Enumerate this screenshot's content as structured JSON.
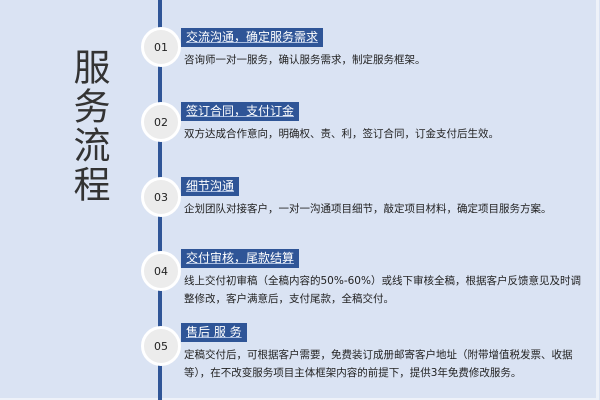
{
  "title": "服务流程",
  "steps": [
    {
      "num": "01",
      "heading": "交流沟通，确定服务需求",
      "desc": "咨询师一对一服务，确认服务需求，制定服务框架。"
    },
    {
      "num": "02",
      "heading": "签订合同，支付订金",
      "desc": "双方达成合作意向，明确权、责、利，签订合同，订金支付后生效。"
    },
    {
      "num": "03",
      "heading": "细节沟通",
      "desc": "企划团队对接客户，一对一沟通项目细节，敲定项目材料，确定项目服务方案。"
    },
    {
      "num": "04",
      "heading": "交付审核，尾款结算",
      "desc": "线上交付初审稿（全稿内容的50%-60%）或线下审核全稿，根据客户反馈意见及时调整修改，客户满意后，支付尾款，全稿交付。"
    },
    {
      "num": "05",
      "heading": "售后 服 务",
      "desc": "定稿交付后，可根据客户需要，免费装订成册邮寄客户地址（附带增值税发票、收据等），在不改变服务项目主体框架内容的前提下，提供3年免费修改服务。"
    }
  ]
}
